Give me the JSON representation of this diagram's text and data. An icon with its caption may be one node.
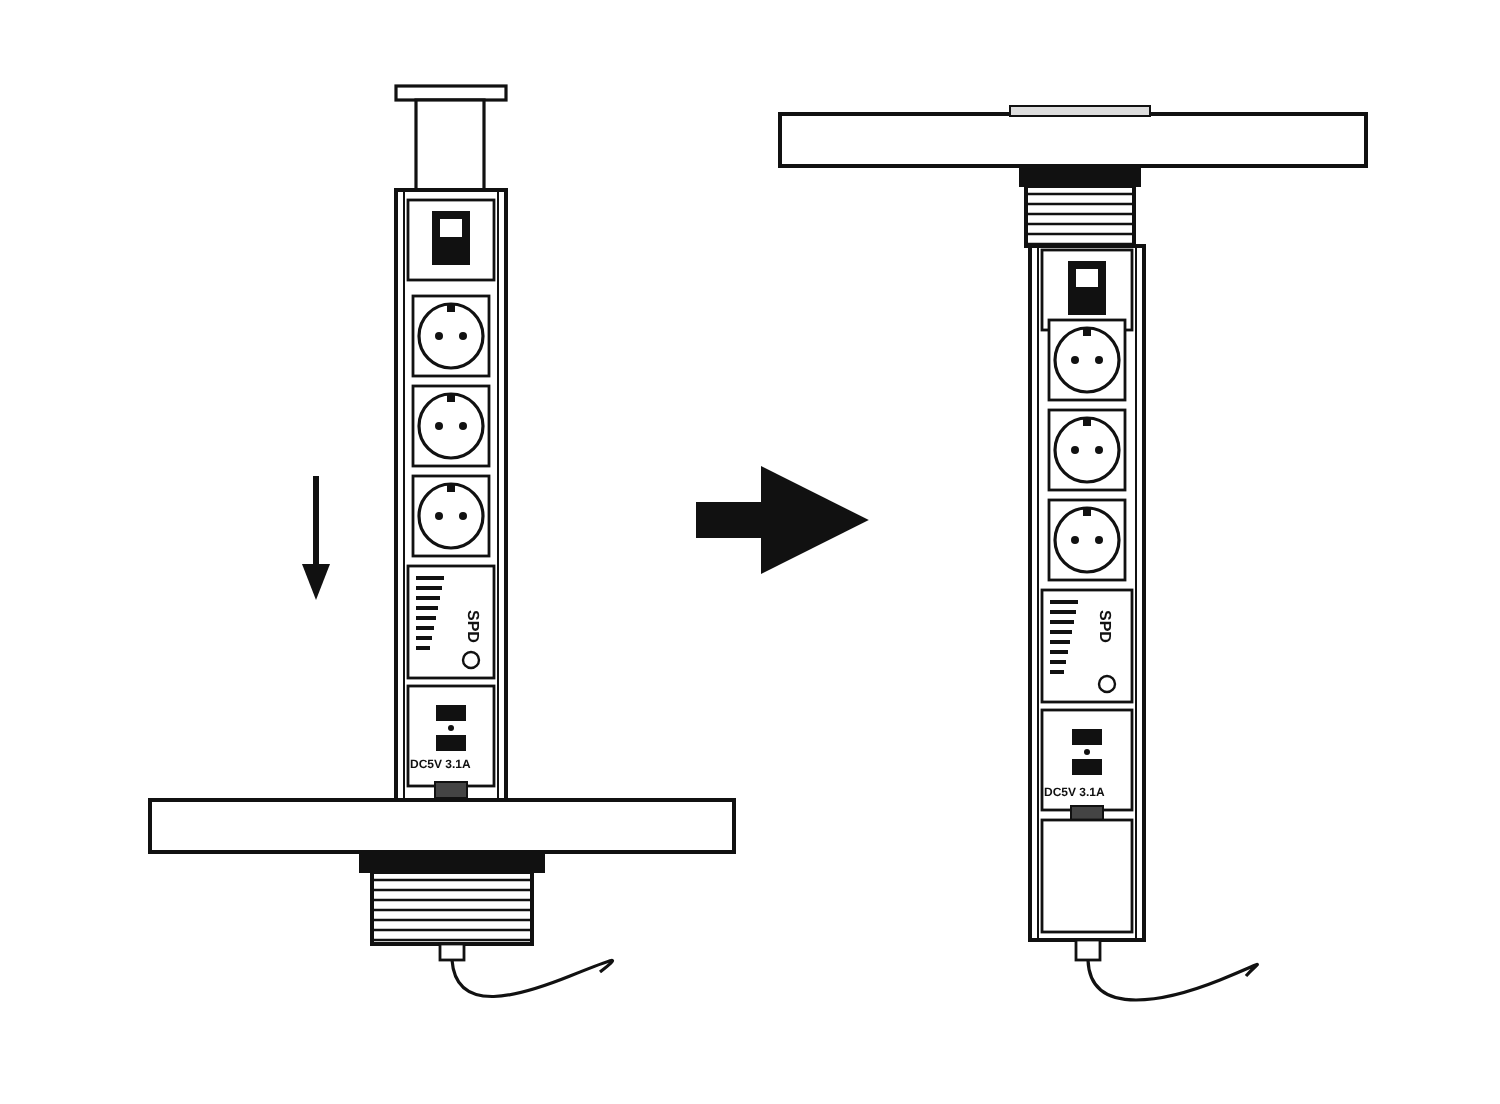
{
  "diagram": {
    "nodes": [
      {
        "text": [],
        "shape": "picture"
      },
      {
        "text": [],
        "shape": "picture"
      }
    ],
    "edges": [
      {
        "from": 0,
        "to": 1,
        "arrow": "to"
      }
    ],
    "labels": [
      "SPD",
      "DC5V 3.1A",
      "SPD",
      "DC5V 3.1A"
    ]
  }
}
